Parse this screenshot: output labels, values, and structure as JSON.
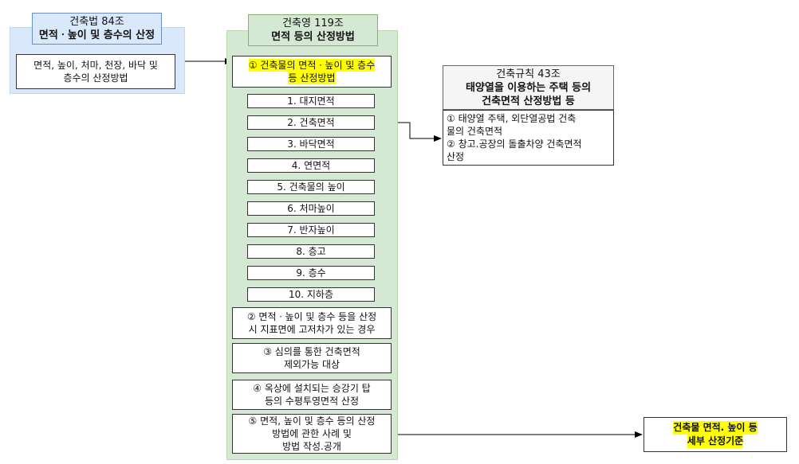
{
  "law84": {
    "title": "건축법 84조",
    "subtitle": "면적ㆍ높이 및 층수의 산정",
    "box_line1": "면적, 높이, 처마, 천장, 바닥 및",
    "box_line2": "층수의 산정방법"
  },
  "decree119": {
    "title": "건축영 119조",
    "subtitle": "면적 등의 산정방법",
    "section1_line1": "① 건축물의 면적ㆍ높이 및 층수",
    "section1_line2": "등 산정방법",
    "items": [
      "1. 대지면적",
      "2. 건축면적",
      "3. 바닥면적",
      "4. 연면적",
      "5. 건축물의 높이",
      "6. 처마높이",
      "7. 반자높이",
      "8. 층고",
      "9. 층수",
      "10. 지하층"
    ],
    "section2_line1": "② 면적ㆍ높이 및 층수 등을 산정",
    "section2_line2": "시 지표면에 고저차가 있는 경우",
    "section3_line1": "③ 심의를 통한 건축면적",
    "section3_line2": "제외가능 대상",
    "section4_line1": "④ 옥상에 설치되는 승강기 탑",
    "section4_line2": "등의 수평투영면적 산정",
    "section5_line1": "⑤ 면적, 높이 및 층수 등의 산정",
    "section5_line2": "방법에 관한 사례 및",
    "section5_line3": "방법 작성.공개"
  },
  "rule43": {
    "title": "건축규칙 43조",
    "subtitle_line1": "태양열을 이용하는 주택 등의",
    "subtitle_line2": "건축면적 산정방법 등",
    "box_line1": "① 태양열 주택, 외단열공법 건축",
    "box_line2": "물의 건축면적",
    "box_line3": "② 창고.공장의 돌출차양 건축면적",
    "box_line4": "산정"
  },
  "detail": {
    "line1": "건축물 면적. 높이 등",
    "line2": "세부 산정기준"
  },
  "colors": {
    "law_fill": "#dae8fc",
    "decree_fill": "#d5e8d4",
    "rule_fill": "#f5f5f5",
    "highlight": "#ffff00"
  }
}
